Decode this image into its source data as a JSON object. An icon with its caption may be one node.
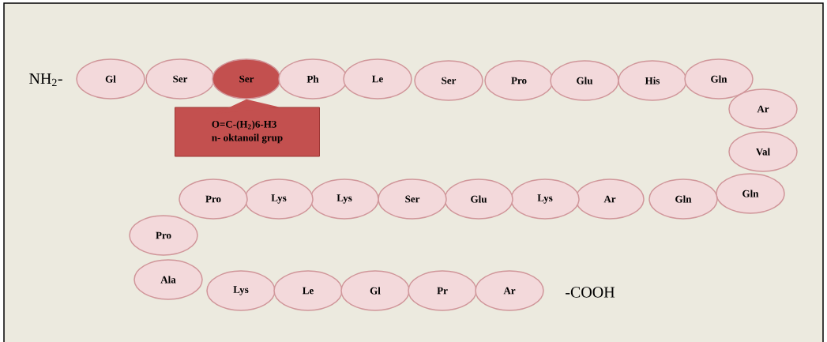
{
  "diagram": {
    "nodes": [
      {
        "text": [
          "Gl"
        ]
      },
      {
        "text": [
          "Ser"
        ]
      },
      {
        "text": [
          "Ser"
        ]
      },
      {
        "text": [
          "Ph"
        ]
      },
      {
        "text": [
          "Le"
        ]
      },
      {
        "text": [
          "Ser"
        ]
      },
      {
        "text": [
          "Pro"
        ]
      },
      {
        "text": [
          "Glu"
        ]
      },
      {
        "text": [
          "His"
        ]
      },
      {
        "text": [
          "Gln"
        ]
      },
      {
        "text": [
          "Ar"
        ]
      },
      {
        "text": [
          "Val"
        ]
      },
      {
        "text": [
          "Gln"
        ]
      },
      {
        "text": [
          "Gln"
        ]
      },
      {
        "text": [
          "Ar"
        ]
      },
      {
        "text": [
          "Lys"
        ]
      },
      {
        "text": [
          "Glu"
        ]
      },
      {
        "text": [
          "Ser"
        ]
      },
      {
        "text": [
          "Lys"
        ]
      },
      {
        "text": [
          "Lys"
        ]
      },
      {
        "text": [
          "Pro"
        ]
      },
      {
        "text": [
          "Pro"
        ]
      },
      {
        "text": [
          "Ala"
        ]
      },
      {
        "text": [
          "Lys"
        ]
      },
      {
        "text": [
          "Le"
        ]
      },
      {
        "text": [
          "Gl"
        ]
      },
      {
        "text": [
          "Pr"
        ]
      },
      {
        "text": [
          "Ar"
        ]
      },
      {
        "text": [
          "O=C-(H$_{2}$)6-H3",
          "n- oktanoil grup"
        ]
      }
    ],
    "edges": [
      {
        "from": 28,
        "to": 2,
        "arrow": "to"
      }
    ],
    "labels": [
      "NH$_{2}$-",
      "-COOH"
    ]
  }
}
